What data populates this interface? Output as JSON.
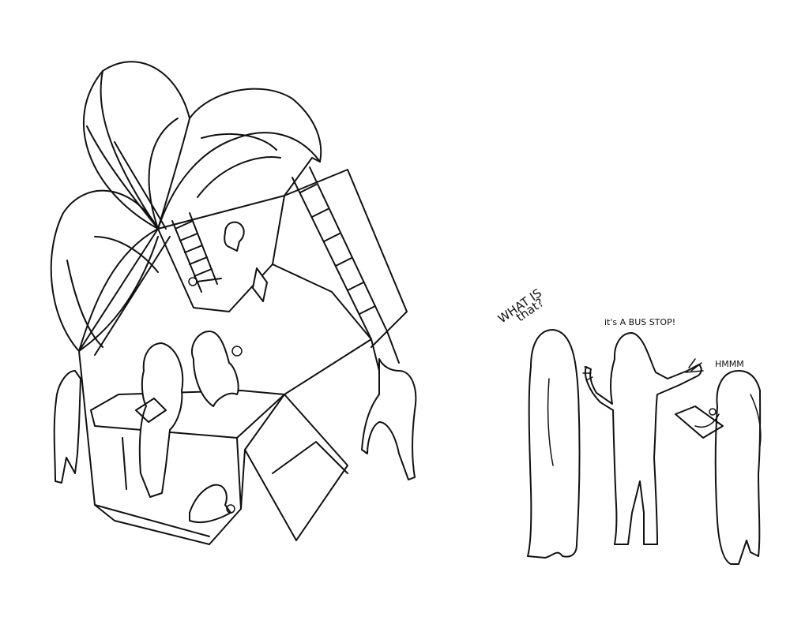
{
  "speech": {
    "what_is": "WHAT IS",
    "that": "that?",
    "bus_stop": "it's A BUS STOP!",
    "hmmm": "HMMM"
  }
}
